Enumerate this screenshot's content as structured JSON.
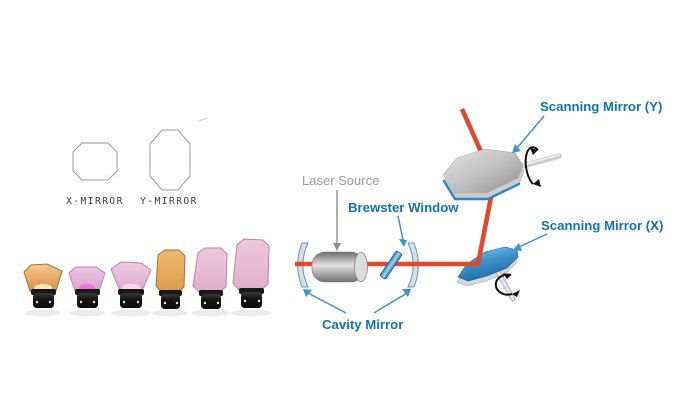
{
  "title": "Laser scanning mirror diagram",
  "mirror_outlines": {
    "x_label": "X-MIRROR",
    "y_label": "Y-MIRROR"
  },
  "mirror_samples": {
    "items": [
      {
        "name": "small-amber-mirror",
        "tint": "#e7a968"
      },
      {
        "name": "small-pink-mirror",
        "tint": "#e3aed8"
      },
      {
        "name": "medium-pink-mirror",
        "tint": "#e9b9dd"
      },
      {
        "name": "tall-amber-mirror",
        "tint": "#eab364"
      },
      {
        "name": "tall-pink-mirror",
        "tint": "#ecc0da"
      },
      {
        "name": "large-pink-mirror",
        "tint": "#e9c2d8"
      }
    ]
  },
  "diagram": {
    "labels": {
      "laser_source": "Laser Source",
      "brewster_window": "Brewster Window",
      "cavity_mirror": "Cavity Mirror",
      "scanning_mirror_x": "Scanning Mirror (X)",
      "scanning_mirror_y": "Scanning Mirror (Y)"
    },
    "colors": {
      "beam_red": "#e2492c",
      "label_blue": "#1173b4",
      "label_gray": "#9b9b9b",
      "mirror_rim_blue": "#2e86c1",
      "x_mirror_blue_top": "#8ecbec",
      "x_mirror_blue_bottom": "#1c6dab",
      "y_mirror_gray_top": "#dedede",
      "y_mirror_gray_bottom": "#949494"
    }
  }
}
